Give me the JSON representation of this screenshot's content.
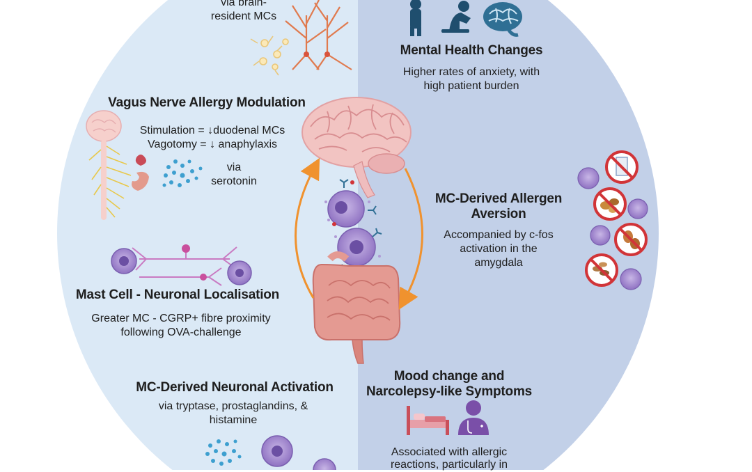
{
  "colors": {
    "left_half": "#dbe9f6",
    "right_half": "#c2d0e8",
    "arrow": "#f0922e",
    "brain": "#f2c4c2",
    "gut": "#e49a92",
    "mast_cell": "#a78bd0",
    "forbidden": "#d13438",
    "person_navy": "#1f4e6e",
    "person_purple": "#7a4fa8"
  },
  "left": {
    "top_fragment": {
      "line1": "via brain-",
      "line2": "resident MCs"
    },
    "vagus": {
      "title": "Vagus Nerve Allergy Modulation",
      "line1": "Stimulation = ↓duodenal MCs",
      "line2": "Vagotomy = ↓ anaphylaxis",
      "via_line1": "via",
      "via_line2": "serotonin"
    },
    "localisation": {
      "title": "Mast Cell - Neuronal Localisation",
      "line1": "Greater MC - CGRP+ fibre proximity",
      "line2": "following OVA-challenge"
    },
    "activation": {
      "title": "MC-Derived Neuronal Activation",
      "line1": "via tryptase, prostaglandins, &",
      "line2": "histamine"
    }
  },
  "right": {
    "mental_health": {
      "title": "Mental Health Changes",
      "line1": "Higher rates of anxiety, with",
      "line2": "high patient burden"
    },
    "aversion": {
      "title_line1": "MC-Derived Allergen",
      "title_line2": "Aversion",
      "line1": "Accompanied by c-fos",
      "line2": "activation in the",
      "line3": "amygdala"
    },
    "mood": {
      "title_line1": "Mood change and",
      "title_line2": "Narcolepsy-like Symptoms",
      "line1": "Associated with allergic",
      "line2": "reactions, particularly in"
    }
  },
  "icons": [
    "neuron-icon",
    "glia-cells-icon",
    "standing-person-icon",
    "distressed-person-icon",
    "brain-icon",
    "nervous-system-icon",
    "serotonin-dots-icon",
    "mast-cell-icon",
    "neuron-fibre-icon",
    "brain-illustration",
    "gut-illustration",
    "bed-icon",
    "doctor-icon",
    "no-milk-icon",
    "no-nuts-icon",
    "no-peanut-icon",
    "no-seeds-icon"
  ]
}
